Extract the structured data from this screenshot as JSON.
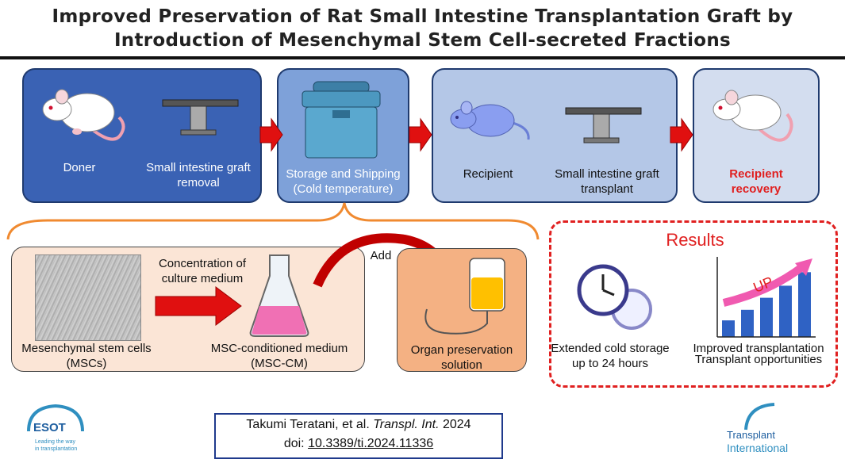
{
  "title": {
    "line1": "Improved Preservation of Rat Small Intestine Transplantation Graft by",
    "line2": "Introduction of Mesenchymal Stem Cell-secreted Fractions"
  },
  "flow": {
    "doner": "Doner",
    "removal_line1": "Small intestine graft",
    "removal_line2": "removal",
    "storage_line1": "Storage and Shipping",
    "storage_line2": "(Cold temperature)",
    "recipient": "Recipient",
    "transplant_line1": "Small intestine graft",
    "transplant_line2": "transplant",
    "recovery_line1": "Recipient",
    "recovery_line2": "recovery"
  },
  "msc": {
    "cells_line1": "Mesenchymal stem cells",
    "cells_line2": "(MSCs)",
    "concentration_line1": "Concentration of",
    "concentration_line2": "culture medium",
    "cm_line1": "MSC-conditioned medium",
    "cm_line2": "(MSC-CM)",
    "add": "Add",
    "solution_line1": "Organ preservation",
    "solution_line2": "solution"
  },
  "results": {
    "heading": "Results",
    "storage_line1": "Extended cold storage",
    "storage_line2": "up to 24 hours",
    "improved_line1": "Improved transplantation",
    "improved_line2": "Transplant opportunities",
    "up": "UP",
    "bars": [
      0.22,
      0.36,
      0.52,
      0.68,
      0.86
    ]
  },
  "citation": {
    "authors": "Takumi Teratani, et al.",
    "journal": "Transpl.  Int.",
    "year": "2024",
    "doi_label": "doi:",
    "doi": "10.3389/ti.2024.11336"
  },
  "logos": {
    "esot": "ESOT",
    "esot_tag1": "Leading the way",
    "esot_tag2": "in transplantation",
    "ti1": "Transplant",
    "ti2": "International"
  },
  "colors": {
    "dark_blue": "#3a62b4",
    "mid_blue": "#7ea1d9",
    "light_blue": "#b4c7e7",
    "recovery_blue": "#d3ddef",
    "arrow_red": "#e01010",
    "peach": "#fbe5d6",
    "orange": "#f4b183",
    "results_red": "#e02020"
  }
}
